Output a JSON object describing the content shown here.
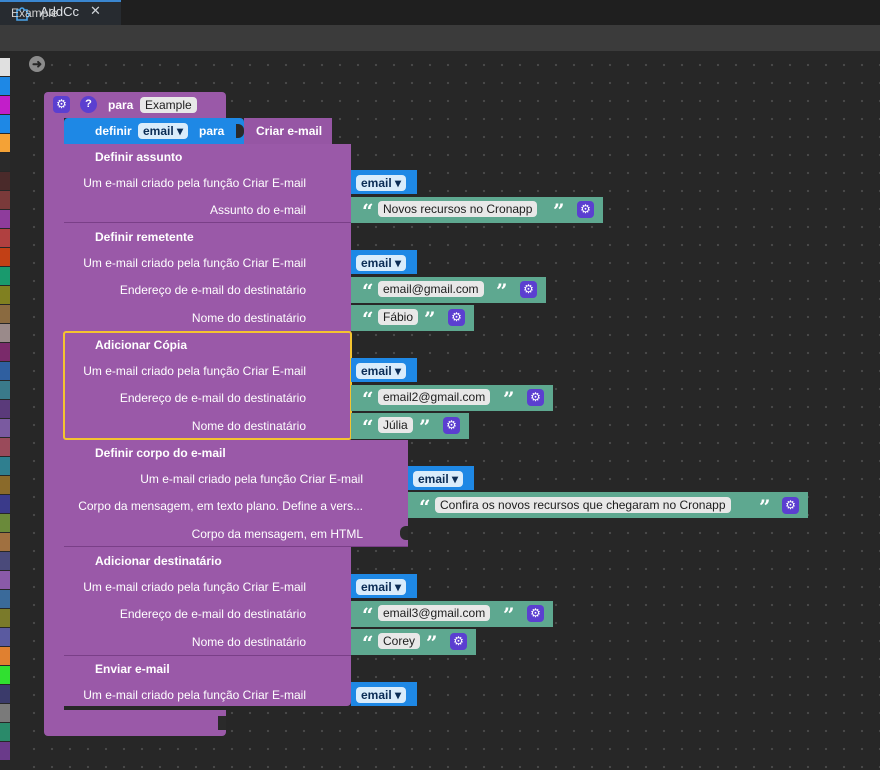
{
  "tab": {
    "title": "AddCc",
    "close": "✕"
  },
  "breadcrumb": "Example",
  "palette_colors": [
    "#e0e0e0",
    "#1e88e5",
    "#c21ec9",
    "#1e88e5",
    "#f4a236",
    "#2a2a2a",
    "#4a2a2a",
    "#7a3a3a",
    "#8e3c9c",
    "#b04040",
    "#c24015",
    "#199a6d",
    "#808020",
    "#8a6a40",
    "#9a8a8a",
    "#7a2a6a",
    "#2f5fa0",
    "#3a7a8a",
    "#5a3a7a",
    "#7a5aa0",
    "#9a4a5a",
    "#2f7f8f",
    "#8a6a2a",
    "#3a3a8a",
    "#6a8a3a",
    "#a07040",
    "#4a4a7a",
    "#8a5aa8",
    "#3a6a9a",
    "#7a7a2a",
    "#5a5aa0",
    "#e08030",
    "#30e030",
    "#3a3a6a",
    "#7a7a7a",
    "#2a8a6a",
    "#6a3a8a"
  ],
  "proc": {
    "para": "para",
    "name": "Example"
  },
  "definir": {
    "label": "definir",
    "var": "email",
    "para": "para",
    "call": "Criar e-mail"
  },
  "sections": [
    {
      "title": "Definir assunto",
      "rows": [
        {
          "label": "Um e-mail criado pela função Criar E-mail",
          "var": "email"
        },
        {
          "label": "Assunto do e-mail",
          "text": "Novos recursos no Cronapp"
        }
      ]
    },
    {
      "title": "Definir remetente",
      "rows": [
        {
          "label": "Um e-mail criado pela função Criar E-mail",
          "var": "email"
        },
        {
          "label": "Endereço de e-mail do destinatário",
          "text": "email@gmail.com"
        },
        {
          "label": "Nome do destinatário",
          "text": "Fábio"
        }
      ]
    },
    {
      "title": "Adicionar Cópia",
      "rows": [
        {
          "label": "Um e-mail criado pela função Criar E-mail",
          "var": "email"
        },
        {
          "label": "Endereço de e-mail do destinatário",
          "text": "email2@gmail.com"
        },
        {
          "label": "Nome do destinatário",
          "text": "Júlia"
        }
      ]
    },
    {
      "title": "Definir corpo do e-mail",
      "rows": [
        {
          "label": "Um e-mail criado pela função Criar E-mail",
          "var": "email"
        },
        {
          "label": "Corpo da mensagem, em texto plano. Define a vers...",
          "text": "Confira os novos recursos que chegaram no Cronapp"
        },
        {
          "label": "Corpo da mensagem, em HTML"
        }
      ]
    },
    {
      "title": "Adicionar destinatário",
      "rows": [
        {
          "label": "Um e-mail criado pela função Criar E-mail",
          "var": "email"
        },
        {
          "label": "Endereço de e-mail do destinatário",
          "text": "email3@gmail.com"
        },
        {
          "label": "Nome do destinatário",
          "text": "Corey"
        }
      ]
    },
    {
      "title": "Enviar e-mail",
      "rows": [
        {
          "label": "Um e-mail criado pela função Criar E-mail",
          "var": "email"
        }
      ]
    }
  ],
  "icons": {
    "gear": "gear-icon",
    "help": "help-icon",
    "run": "arrow-right-circle-icon",
    "dropdown": "chevron-down-icon",
    "quote_open": "“",
    "quote_close": "”"
  }
}
